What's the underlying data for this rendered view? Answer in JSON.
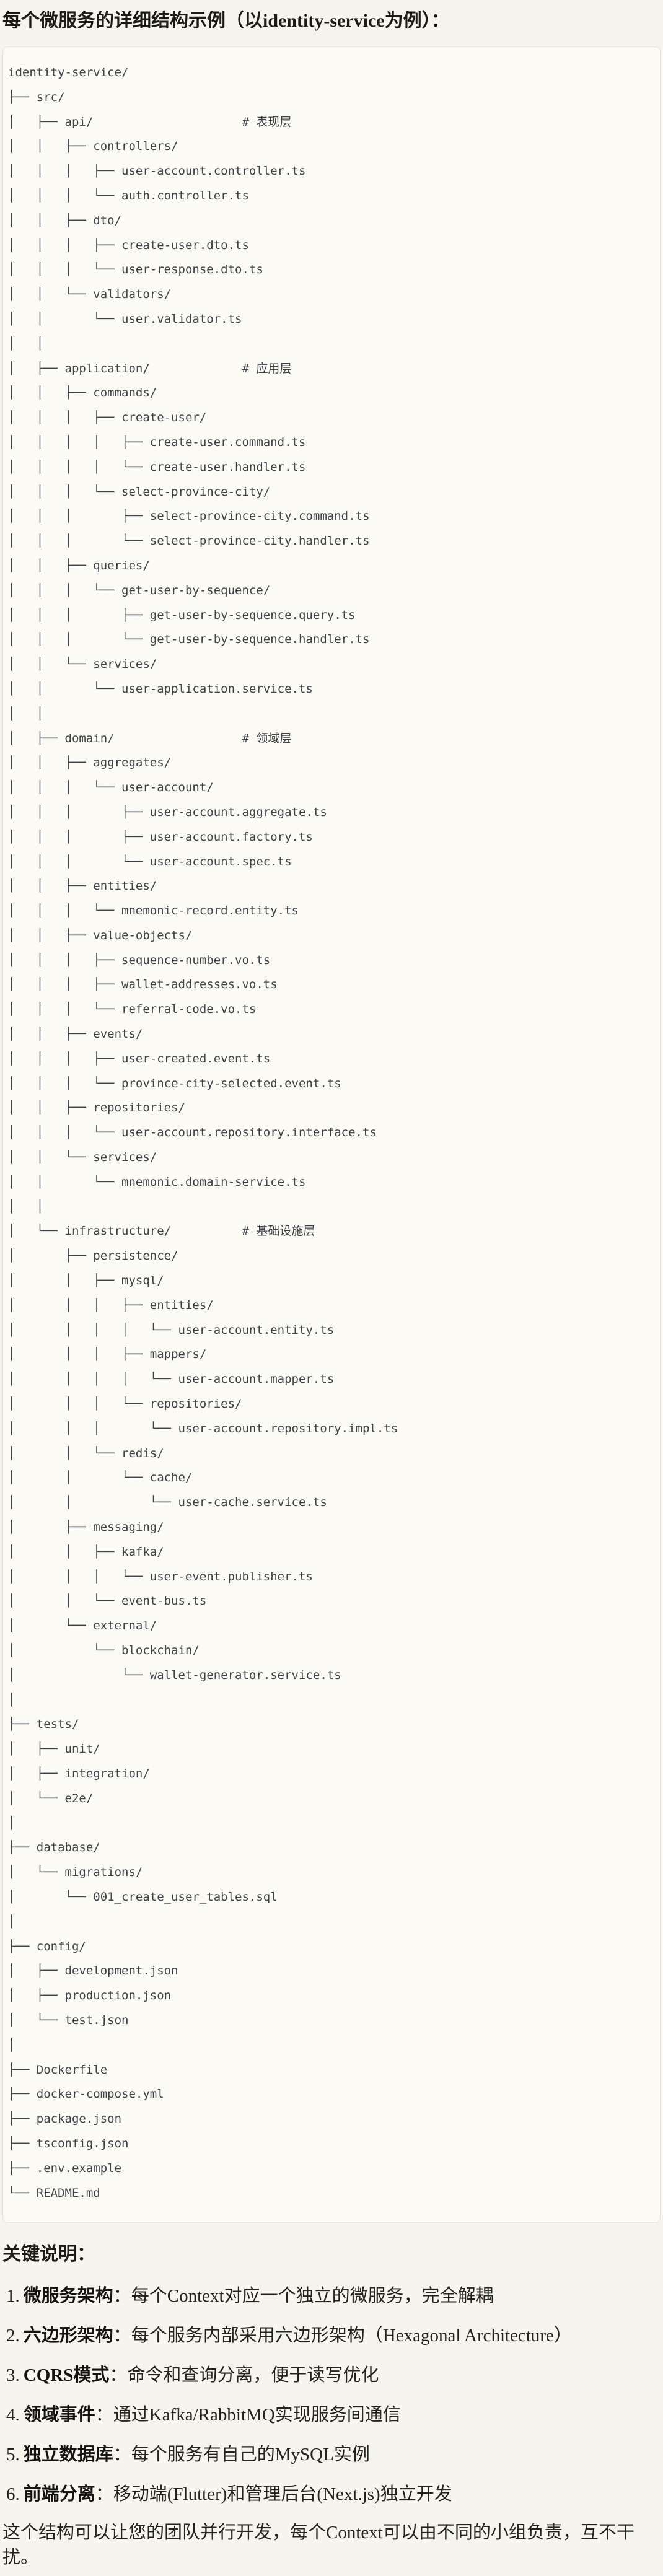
{
  "title": "每个微服务的详细结构示例（以identity-service为例）：",
  "tree_lines": [
    "identity-service/",
    "├── src/",
    "│   ├── api/                     # 表现层",
    "│   │   ├── controllers/",
    "│   │   │   ├── user-account.controller.ts",
    "│   │   │   └── auth.controller.ts",
    "│   │   ├── dto/",
    "│   │   │   ├── create-user.dto.ts",
    "│   │   │   └── user-response.dto.ts",
    "│   │   └── validators/",
    "│   │       └── user.validator.ts",
    "│   │",
    "│   ├── application/             # 应用层",
    "│   │   ├── commands/",
    "│   │   │   ├── create-user/",
    "│   │   │   │   ├── create-user.command.ts",
    "│   │   │   │   └── create-user.handler.ts",
    "│   │   │   └── select-province-city/",
    "│   │   │       ├── select-province-city.command.ts",
    "│   │   │       └── select-province-city.handler.ts",
    "│   │   ├── queries/",
    "│   │   │   └── get-user-by-sequence/",
    "│   │   │       ├── get-user-by-sequence.query.ts",
    "│   │   │       └── get-user-by-sequence.handler.ts",
    "│   │   └── services/",
    "│   │       └── user-application.service.ts",
    "│   │",
    "│   ├── domain/                  # 领域层",
    "│   │   ├── aggregates/",
    "│   │   │   └── user-account/",
    "│   │   │       ├── user-account.aggregate.ts",
    "│   │   │       ├── user-account.factory.ts",
    "│   │   │       └── user-account.spec.ts",
    "│   │   ├── entities/",
    "│   │   │   └── mnemonic-record.entity.ts",
    "│   │   ├── value-objects/",
    "│   │   │   ├── sequence-number.vo.ts",
    "│   │   │   ├── wallet-addresses.vo.ts",
    "│   │   │   └── referral-code.vo.ts",
    "│   │   ├── events/",
    "│   │   │   ├── user-created.event.ts",
    "│   │   │   └── province-city-selected.event.ts",
    "│   │   ├── repositories/",
    "│   │   │   └── user-account.repository.interface.ts",
    "│   │   └── services/",
    "│   │       └── mnemonic.domain-service.ts",
    "│   │",
    "│   └── infrastructure/          # 基础设施层",
    "│       ├── persistence/",
    "│       │   ├── mysql/",
    "│       │   │   ├── entities/",
    "│       │   │   │   └── user-account.entity.ts",
    "│       │   │   ├── mappers/",
    "│       │   │   │   └── user-account.mapper.ts",
    "│       │   │   └── repositories/",
    "│       │   │       └── user-account.repository.impl.ts",
    "│       │   └── redis/",
    "│       │       └── cache/",
    "│       │           └── user-cache.service.ts",
    "│       ├── messaging/",
    "│       │   ├── kafka/",
    "│       │   │   └── user-event.publisher.ts",
    "│       │   └── event-bus.ts",
    "│       └── external/",
    "│           └── blockchain/",
    "│               └── wallet-generator.service.ts",
    "│",
    "├── tests/",
    "│   ├── unit/",
    "│   ├── integration/",
    "│   └── e2e/",
    "│",
    "├── database/",
    "│   └── migrations/",
    "│       └── 001_create_user_tables.sql",
    "│",
    "├── config/",
    "│   ├── development.json",
    "│   ├── production.json",
    "│   └── test.json",
    "│",
    "├── Dockerfile",
    "├── docker-compose.yml",
    "├── package.json",
    "├── tsconfig.json",
    "├── .env.example",
    "└── README.md"
  ],
  "notes": {
    "heading": "关键说明：",
    "items": [
      {
        "num": "1.",
        "term": "微服务架构",
        "text": "：每个Context对应一个独立的微服务，完全解耦"
      },
      {
        "num": "2.",
        "term": "六边形架构",
        "text": "：每个服务内部采用六边形架构（Hexagonal Architecture）"
      },
      {
        "num": "3.",
        "term": "CQRS模式",
        "text": "：命令和查询分离，便于读写优化"
      },
      {
        "num": "4.",
        "term": "领域事件",
        "text": "：通过Kafka/RabbitMQ实现服务间通信"
      },
      {
        "num": "5.",
        "term": "独立数据库",
        "text": "：每个服务有自己的MySQL实例"
      },
      {
        "num": "6.",
        "term": "前端分离",
        "text": "：移动端(Flutter)和管理后台(Next.js)独立开发"
      }
    ],
    "footer": "这个结构可以让您的团队并行开发，每个Context可以由不同的小组负责，互不干扰。"
  }
}
